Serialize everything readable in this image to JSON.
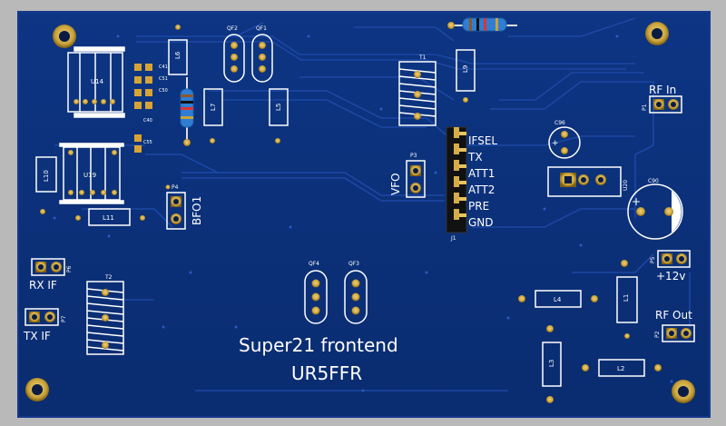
{
  "board": {
    "title": "Super21 frontend",
    "author": "UR5FFR",
    "colors": {
      "background": "#b9b9b9",
      "board": "#0b2f78",
      "board_edge": "#12388a",
      "trace": "#1d49a6",
      "silk": "#ffffff",
      "gold": "#c9a23a",
      "gold_dark": "#7a5c10"
    }
  },
  "labels": {
    "rf_in": "RF In",
    "rf_out": "RF Out",
    "v12": "+12v",
    "bfo1": "BFO1",
    "vfo": "VFO",
    "rx_if": "RX IF",
    "tx_if": "TX IF",
    "pins": [
      "IFSEL",
      "TX",
      "ATT1",
      "ATT2",
      "PRE",
      "GND"
    ]
  },
  "refdes": {
    "u14": "U14",
    "u19": "U19",
    "u20": "U20",
    "l6": "L6",
    "l7": "L7",
    "l5": "L5",
    "l9": "L9",
    "l10": "L10",
    "l11": "L11",
    "l1": "L1",
    "l2": "L2",
    "l3": "L3",
    "l4": "L4",
    "t1": "T1",
    "t2": "T2",
    "qf1": "QF1",
    "qf2": "QF2",
    "qf3": "QF3",
    "qf4": "QF4",
    "c96": "C96",
    "c90": "C90",
    "p1": "P1",
    "p2": "P2",
    "p3": "P3",
    "p4": "P4",
    "p5": "P5",
    "p6": "P6",
    "p7": "P7",
    "j1": "J1",
    "c55": "C55",
    "c40": "C40",
    "c50": "C50",
    "c51": "C51",
    "c41": "C41"
  }
}
